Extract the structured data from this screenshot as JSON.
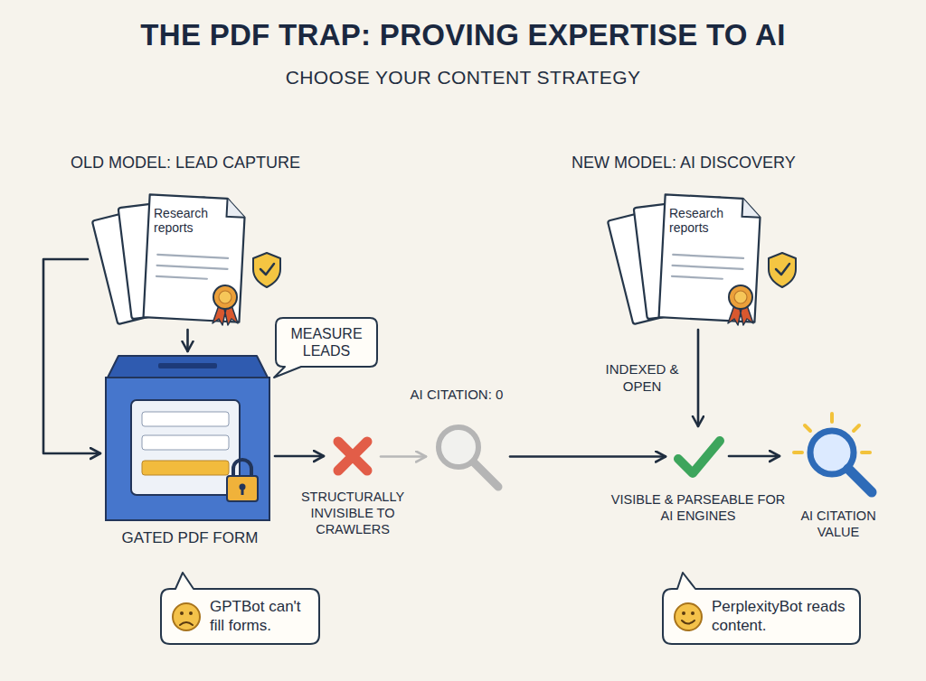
{
  "diagram": {
    "title": "THE PDF TRAP: PROVING EXPERTISE TO AI",
    "nodes": [
      {
        "text": [
          "Research reports"
        ]
      },
      {
        "text": [
          "GATED PDF FORM"
        ]
      },
      {
        "text": [
          "MEASURE LEADS"
        ]
      },
      {
        "text": [
          "STRUCTURALLY INVISIBLE TO CRAWLERS"
        ]
      },
      {
        "text": [
          "AI CITATION: 0"
        ]
      },
      {
        "text": [
          "GPTBot can't fill forms."
        ]
      },
      {
        "text": [
          "Research reports"
        ]
      },
      {
        "text": [
          "VISIBLE & PARSEABLE FOR AI ENGINES"
        ]
      },
      {
        "text": [
          "AI CITATION VALUE"
        ]
      },
      {
        "text": [
          "PerplexityBot reads content."
        ]
      }
    ],
    "edges": [
      {
        "from": 0,
        "to": 1,
        "arrow": "to"
      },
      {
        "from": 0,
        "to": 1,
        "arrow": "to"
      },
      {
        "from": 1,
        "to": 3,
        "arrow": "to"
      },
      {
        "from": 3,
        "to": 4,
        "arrow": "to"
      },
      {
        "from": 4,
        "to": 7,
        "arrow": "to"
      },
      {
        "from": 6,
        "to": 7,
        "label": "INDEXED & OPEN",
        "arrow": "to"
      },
      {
        "from": 7,
        "to": 8,
        "arrow": "to"
      }
    ],
    "labels": [
      "CHOOSE YOUR CONTENT STRATEGY",
      "OLD MODEL: LEAD CAPTURE",
      "NEW MODEL: AI DISCOVERY"
    ]
  }
}
